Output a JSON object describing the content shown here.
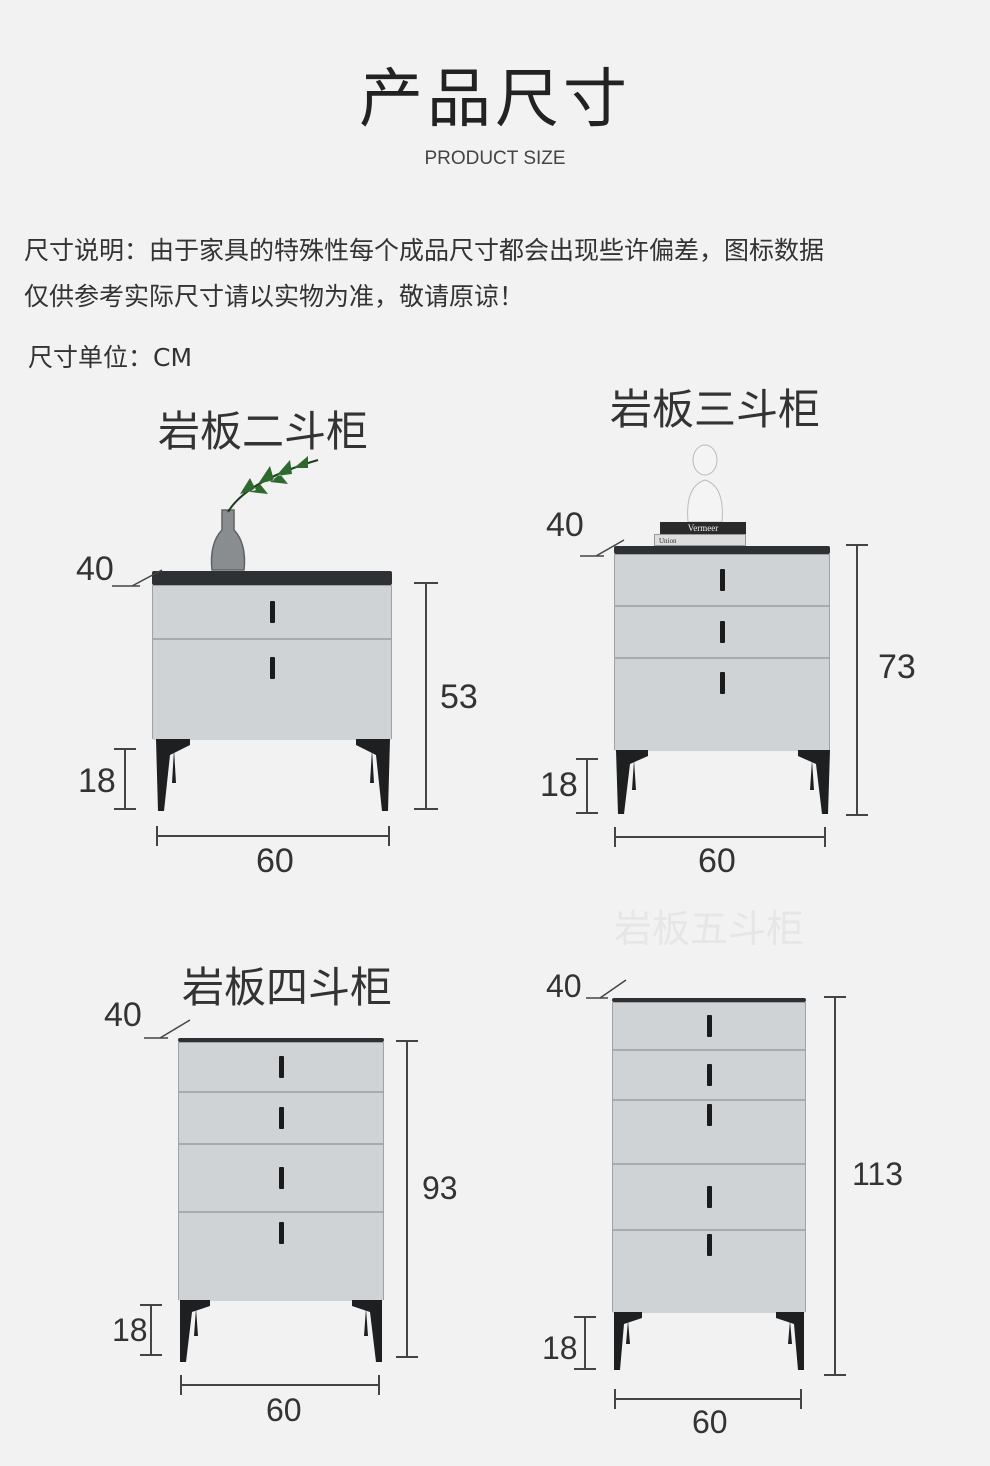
{
  "header": {
    "title": "产品尺寸",
    "subtitle": "PRODUCT SIZE"
  },
  "note": {
    "line1": "尺寸说明：由于家具的特殊性每个成品尺寸都会出现些许偏差，图标数据",
    "line2": "仅供参考实际尺寸请以实物为准，敬请原谅！",
    "unit": "尺寸单位：CM"
  },
  "products": [
    {
      "name": "岩板二斗柜",
      "depth": "40",
      "height": "53",
      "leg": "18",
      "width": "60"
    },
    {
      "name": "岩板三斗柜",
      "depth": "40",
      "height": "73",
      "leg": "18",
      "width": "60"
    },
    {
      "name": "岩板四斗柜",
      "depth": "40",
      "height": "93",
      "leg": "18",
      "width": "60"
    },
    {
      "name": "岩板五斗柜",
      "depth": "40",
      "height": "113",
      "leg": "18",
      "width": "60"
    }
  ],
  "decor": {
    "book_top": "Vermeer",
    "book_bottom": "Union"
  },
  "colors": {
    "background": "#f2f2f2",
    "cabinet": "#c9cdd0",
    "top_slab": "#2f3033",
    "legs": "#1e1f21"
  }
}
